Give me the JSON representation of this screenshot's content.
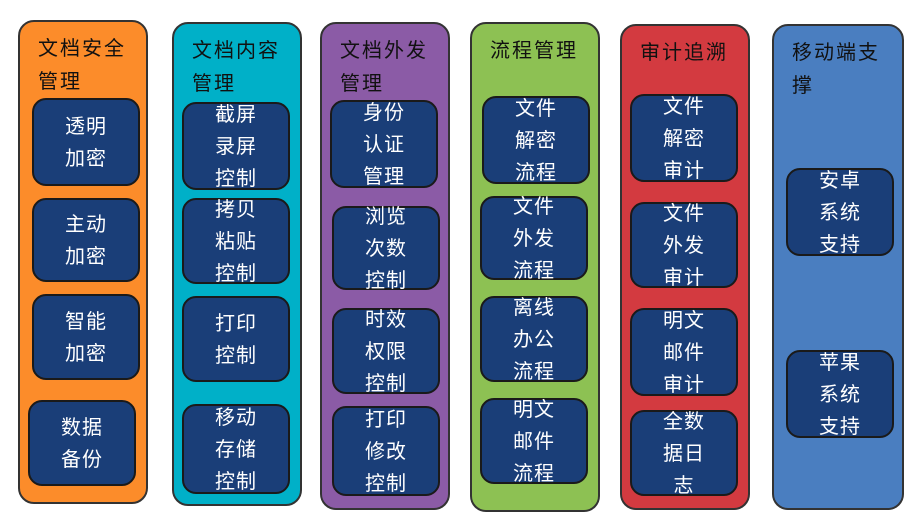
{
  "columns": [
    {
      "title": "文档安全管理",
      "color": "#fc8c2a",
      "items": [
        "透明加密",
        "主动加密",
        "智能加密",
        "数据备份"
      ]
    },
    {
      "title": "文档内容管理",
      "color": "#00b0c8",
      "items": [
        "截屏录屏控制",
        "拷贝粘贴控制",
        "打印控制",
        "移动存储控制"
      ]
    },
    {
      "title": "文档外发管理",
      "color": "#8b5ba6",
      "items": [
        "身份认证管理",
        "浏览次数控制",
        "时效权限控制",
        "打印修改控制"
      ]
    },
    {
      "title": "流程管理",
      "color": "#8dc153",
      "items": [
        "文件解密流程",
        "文件外发流程",
        "离线办公流程",
        "明文邮件流程"
      ]
    },
    {
      "title": "审计追溯",
      "color": "#d33a40",
      "items": [
        "文件解密审计",
        "文件外发审计",
        "明文邮件审计",
        "全数据日志"
      ]
    },
    {
      "title": "移动端支撑",
      "color": "#4a7ec0",
      "items": [
        "安卓系统支持",
        "苹果系统支持"
      ]
    }
  ]
}
